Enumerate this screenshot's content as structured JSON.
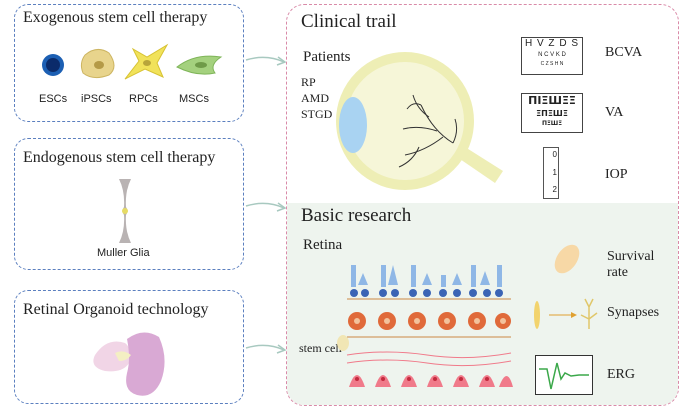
{
  "left_panels": {
    "exogenous": {
      "title": "Exogenous stem cell therapy",
      "cells": [
        "ESCs",
        "iPSCs",
        "RPCs",
        "MSCs"
      ]
    },
    "endogenous": {
      "title": "Endogenous stem cell therapy",
      "cell": "Muller Glia"
    },
    "organoid": {
      "title": "Retinal Organoid technology"
    }
  },
  "clinical": {
    "title": "Clinical trail",
    "patients_label": "Patients",
    "diseases": [
      "RP",
      "AMD",
      "STGD"
    ],
    "chart_rows": [
      "H V Z D S",
      "N C V K D",
      "C Z S H N"
    ],
    "e_rows": [
      "ΠΙΞШΞΞ",
      "ΞΠΞШΞ",
      "ΠΞШΞ"
    ],
    "tonometer_ticks": [
      "0",
      "1",
      "2"
    ],
    "measures": [
      "BCVA",
      "VA",
      "IOP"
    ]
  },
  "basic": {
    "title": "Basic research",
    "retina_label": "Retina",
    "stem_cell_label": "stem cell",
    "survival_label": "Survival rate",
    "synapses_label": "Synapses",
    "erg_label": "ERG"
  },
  "colors": {
    "left_border": "#5b7fbf",
    "right_border": "#d98aa8",
    "basic_bg": "#eef4ee",
    "arrow": "#a8c9c0"
  }
}
